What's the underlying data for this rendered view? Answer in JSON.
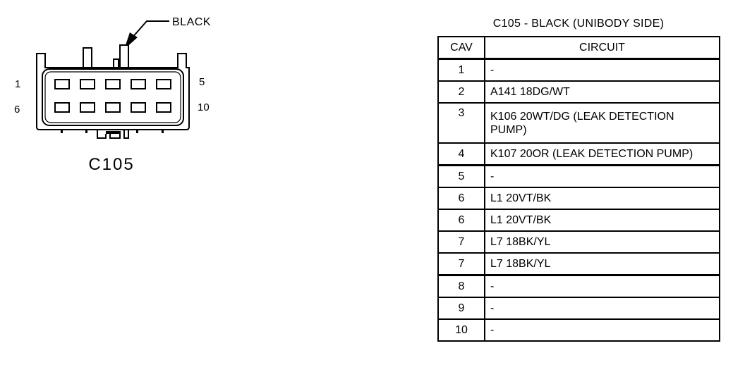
{
  "connector": {
    "name": "C105",
    "color_callout": "BLACK",
    "pin_labels": {
      "top_left": "1",
      "top_right": "5",
      "bottom_left": "6",
      "bottom_right": "10"
    },
    "cavity_rows": 2,
    "cavities_per_row": 5
  },
  "table": {
    "title": "C105 - BLACK (UNIBODY SIDE)",
    "headers": {
      "cav": "CAV",
      "circuit": "CIRCUIT"
    },
    "rows": [
      {
        "cav": "1",
        "circuit": "-"
      },
      {
        "cav": "2",
        "circuit": "A141 18DG/WT"
      },
      {
        "cav": "3",
        "circuit": "K106 20WT/DG (LEAK DETECTION PUMP)"
      },
      {
        "cav": "4",
        "circuit": "K107 20OR (LEAK DETECTION PUMP)"
      },
      {
        "cav": "5",
        "circuit": "-"
      },
      {
        "cav": "6",
        "circuit": "L1 20VT/BK"
      },
      {
        "cav": "6",
        "circuit": "L1 20VT/BK"
      },
      {
        "cav": "7",
        "circuit": "L7 18BK/YL"
      },
      {
        "cav": "7",
        "circuit": "L7 18BK/YL"
      },
      {
        "cav": "8",
        "circuit": "-"
      },
      {
        "cav": "9",
        "circuit": "-"
      },
      {
        "cav": "10",
        "circuit": "-"
      }
    ]
  }
}
